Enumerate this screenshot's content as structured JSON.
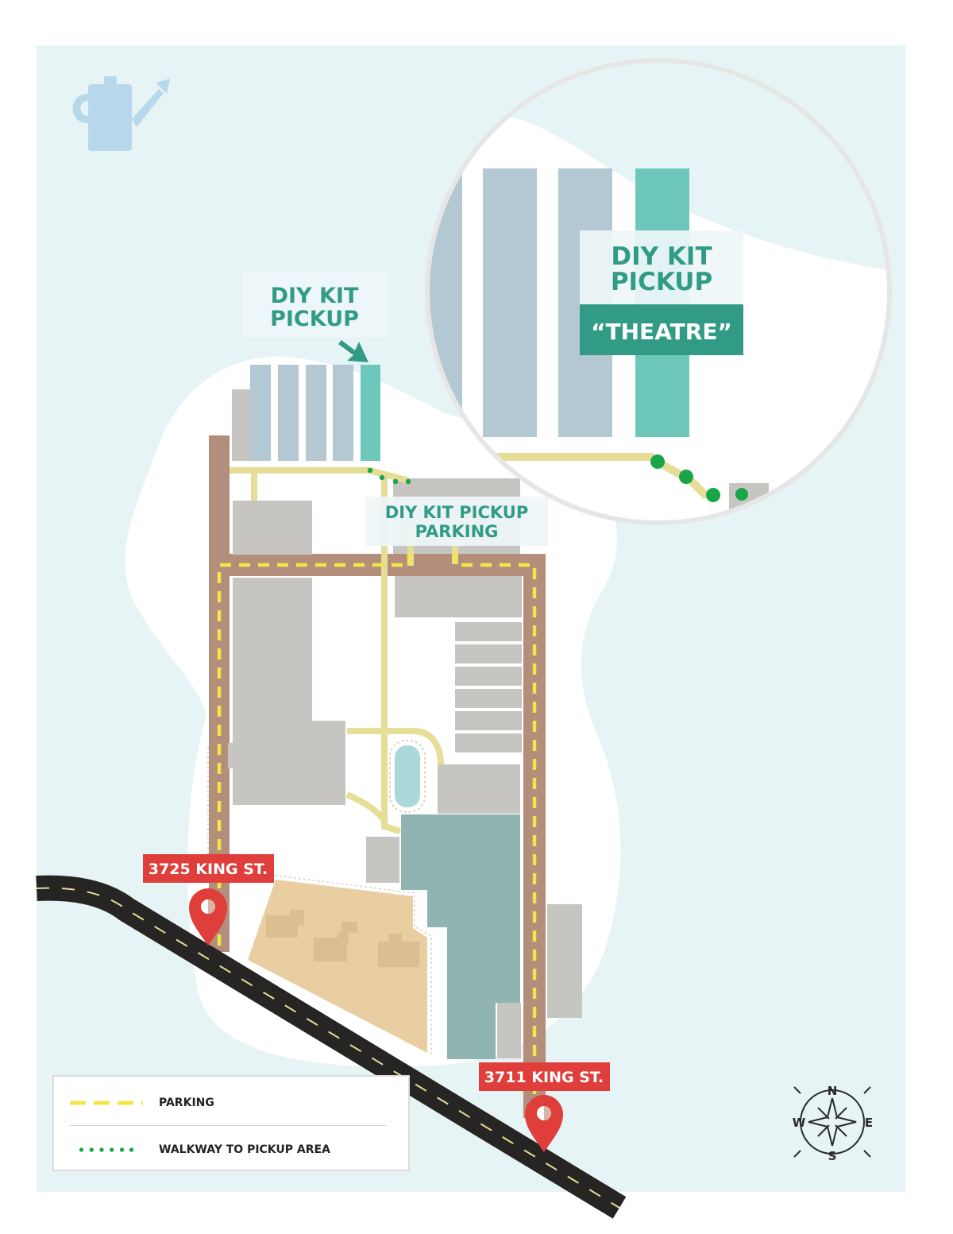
{
  "colors": {
    "background": "#e7f4f6",
    "campus": "#ffffff",
    "building": "#c6c5c1",
    "building_blue": "#b3c8d3",
    "pickup_building": "#6dc7bb",
    "road_brown": "#b38e7a",
    "walkway_tan": "#e6dd96",
    "parking_dash": "#f2e64b",
    "green_dot": "#1aa54a",
    "label_teal": "#329b85",
    "marker_red": "#e03e3b",
    "street_black": "#262524",
    "garden_tan": "#e9cea1",
    "teal_building": "#8fb4b2"
  },
  "icons": {
    "top_left": "watering-can-icon",
    "bottom_right": "compass-rose-icon",
    "markers": "map-pin-icon"
  },
  "labels": {
    "pickup_title": [
      "DIY KIT",
      "PICKUP"
    ],
    "parking_title": [
      "DIY KIT PICKUP",
      "PARKING"
    ],
    "zoom_title": [
      "DIY KIT",
      "PICKUP"
    ],
    "zoom_building": "“THEATRE”"
  },
  "addresses": {
    "west": "3725 KING ST.",
    "east": "3711 KING ST."
  },
  "compass": {
    "n": "N",
    "e": "E",
    "s": "S",
    "w": "W"
  },
  "legend": {
    "items": [
      {
        "label": "PARKING",
        "style": "dashed-yellow"
      },
      {
        "label": "WALKWAY TO PICKUP AREA",
        "style": "dotted-green"
      }
    ]
  }
}
